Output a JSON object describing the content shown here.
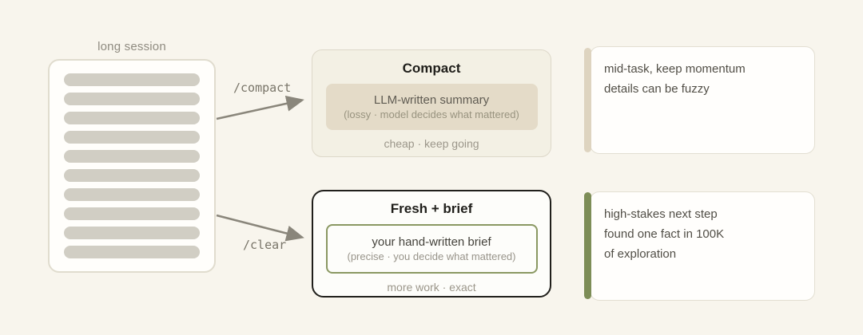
{
  "page": {
    "background": "#f8f5ed"
  },
  "document": {
    "label": "long session",
    "line_count": 10,
    "bar_color": "#d1cec4"
  },
  "arrows": {
    "color": "#8a867b",
    "compact_label": "/compact",
    "clear_label": "/clear"
  },
  "compact_card": {
    "title": "Compact",
    "summary_title": "LLM-written summary",
    "summary_note": "(lossy · model decides what mattered)",
    "footer": "cheap · keep going",
    "fill": "#f3f0e4",
    "inner_fill": "#e4dbc8"
  },
  "fresh_card": {
    "title": "Fresh + brief",
    "brief_title": "your hand-written brief",
    "brief_note": "(precise · you decide what mattered)",
    "footer": "more work · exact",
    "border": "#201f1b",
    "inner_border": "#8a9862"
  },
  "notes": [
    {
      "accent": "#ded4c0",
      "lines": [
        "mid-task, keep momentum",
        "details can be fuzzy"
      ]
    },
    {
      "accent": "#7d8d57",
      "lines": [
        "high-stakes next step",
        "found one fact in 100K",
        "of exploration"
      ]
    }
  ]
}
